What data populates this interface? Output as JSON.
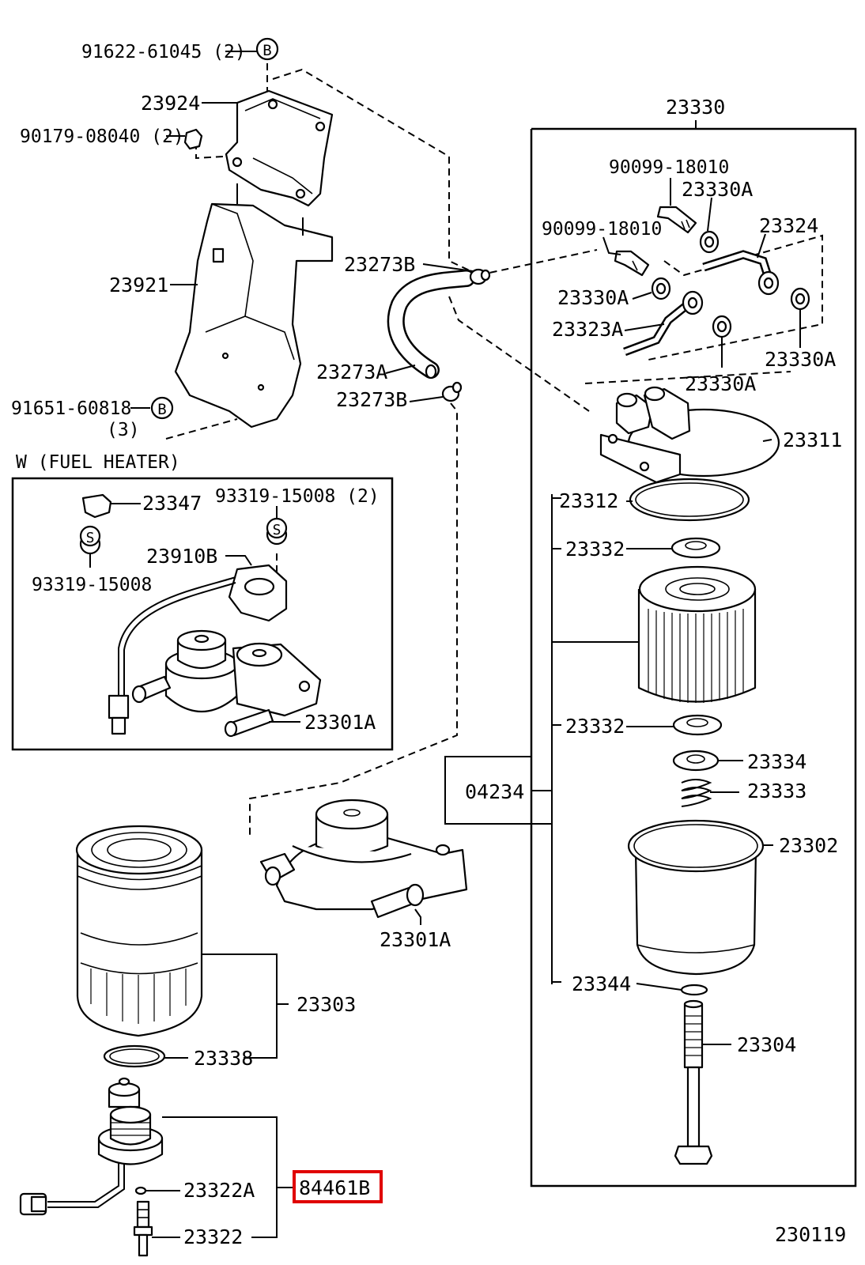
{
  "labels": {
    "p91622": "91622-61045 (2)",
    "p23924": "23924",
    "p90179": "90179-08040 (2)",
    "p23921": "23921",
    "p91651": "91651-60818",
    "p91651_qty": "(3)",
    "p23273b_top": "23273B",
    "p23273a": "23273A",
    "p23273b_bot": "23273B",
    "p23330": "23330",
    "p90099_a": "90099-18010",
    "p23330a_1": "23330A",
    "p90099_b": "90099-18010",
    "p23324": "23324",
    "p23330a_2": "23330A",
    "p23323a": "23323A",
    "p23330a_3": "23330A",
    "p23330a_4": "23330A",
    "p23311": "23311",
    "p23312": "23312",
    "p23332_a": "23332",
    "p23332_b": "23332",
    "p23334": "23334",
    "p04234": "04234",
    "p23333": "23333",
    "p23302": "23302",
    "p23344": "23344",
    "p23304": "23304",
    "heater_title": "W (FUEL  HEATER)",
    "p23347": "23347",
    "p93319_2": "93319-15008 (2)",
    "p93319": "93319-15008",
    "p23910b": "23910B",
    "p23301a_box": "23301A",
    "p23301a": "23301A",
    "p23303": "23303",
    "p23338": "23338",
    "p23322a": "23322A",
    "p84461b": "84461B",
    "p23322": "23322",
    "diagram_id": "230119"
  },
  "symbols": {
    "b1": "B",
    "b2": "B",
    "s1": "S",
    "s2": "S"
  },
  "highlight_color": "#e00000",
  "highlighted_part": "84461B"
}
